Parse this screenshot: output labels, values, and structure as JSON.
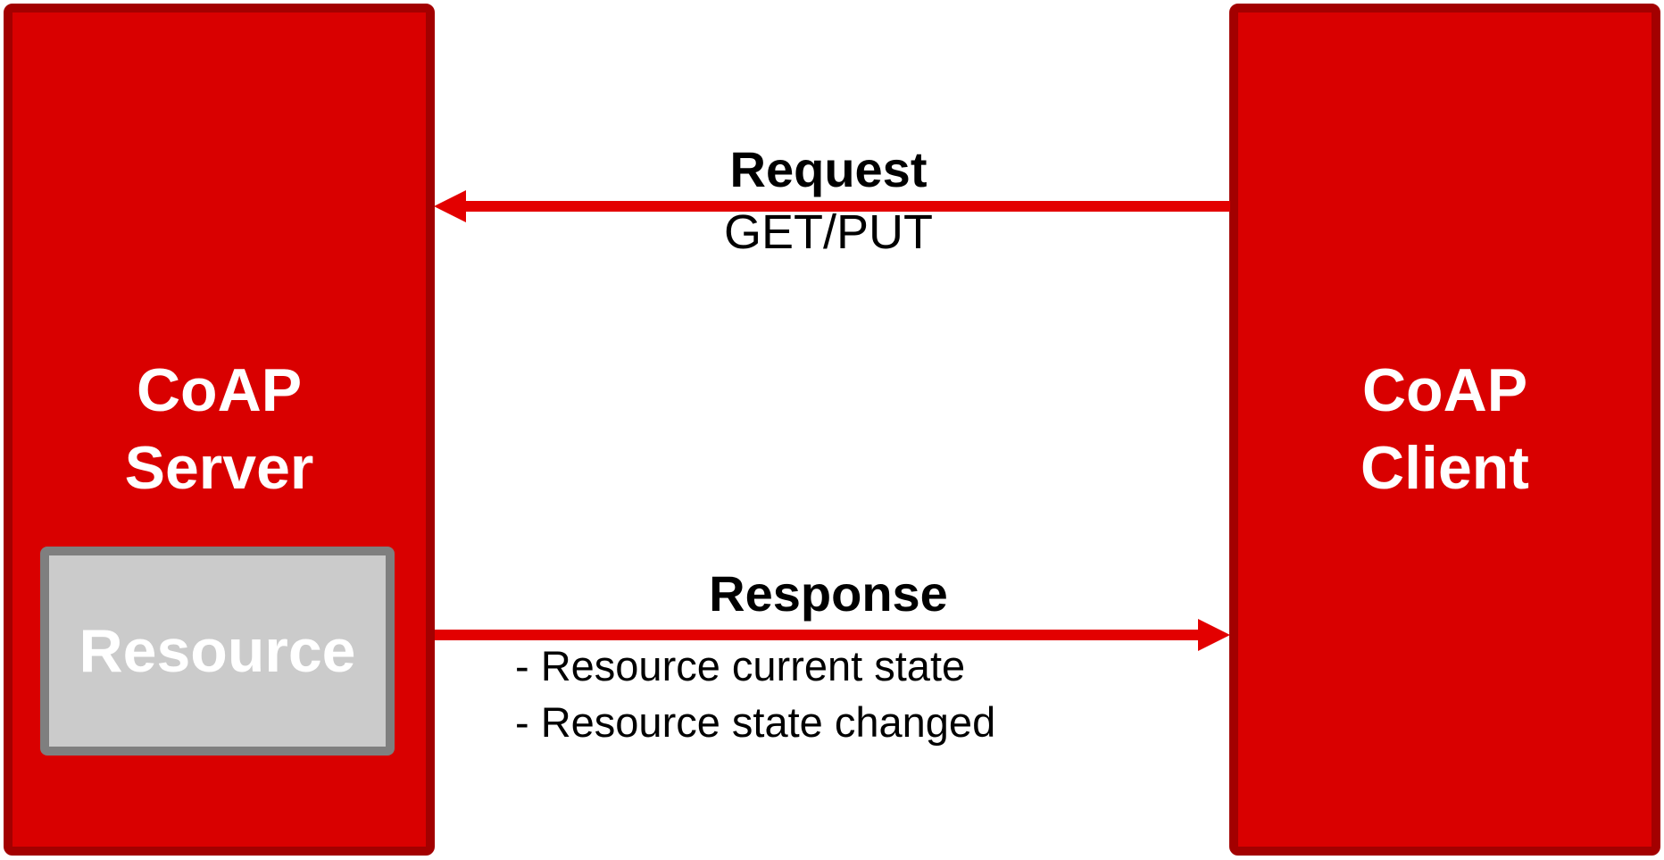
{
  "diagram": {
    "server": {
      "label": "CoAP\nServer",
      "resource_label": "Resource"
    },
    "client": {
      "label": "CoAP\nClient"
    },
    "request": {
      "title": "Request",
      "subtitle": "GET/PUT",
      "direction": "client-to-server"
    },
    "response": {
      "title": "Response",
      "items": [
        "- Resource current state",
        "- Resource state changed"
      ],
      "direction": "server-to-client"
    },
    "colors": {
      "box_fill": "#d90000",
      "box_border": "#a30000",
      "arrow": "#e30000",
      "resource_fill": "#cbcbcb",
      "resource_border": "#7f7f7f",
      "label_text": "#ffffff",
      "message_text": "#000000"
    }
  }
}
